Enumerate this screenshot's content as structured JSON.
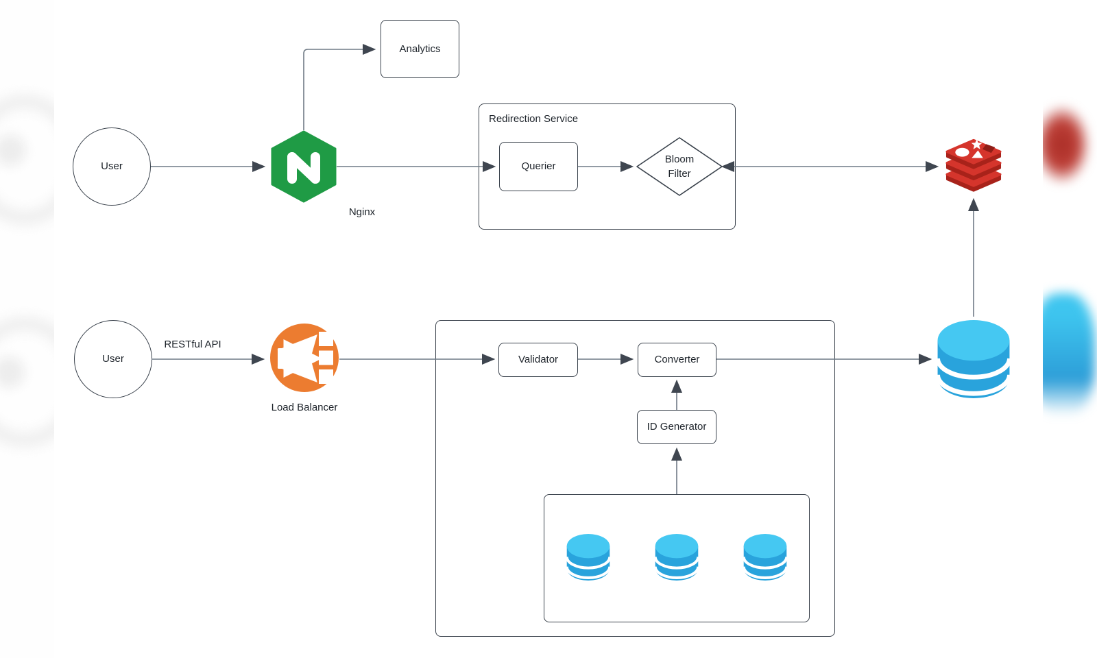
{
  "diagram": {
    "top_flow": {
      "user": {
        "label": "User"
      },
      "nginx": {
        "label": "Nginx",
        "letter": "N",
        "icon": "nginx-hexagon-icon"
      },
      "analytics": {
        "label": "Analytics"
      },
      "redirection_service": {
        "label": "Redirection Service",
        "querier": {
          "label": "Querier"
        },
        "bloom_filter": {
          "label": "Bloom Filter"
        }
      },
      "redis": {
        "icon": "redis-database-icon"
      }
    },
    "bottom_flow": {
      "user": {
        "label": "User"
      },
      "restful_api_edge_label": "RESTful API",
      "load_balancer": {
        "label": "Load Balancer",
        "icon": "load-balancer-icon"
      },
      "service_box": {
        "validator": {
          "label": "Validator"
        },
        "converter": {
          "label": "Converter"
        },
        "id_generator": {
          "label": "ID Generator"
        },
        "database_cluster": {
          "icon": "database-cylinder-icon",
          "count": 3
        }
      },
      "database": {
        "icon": "database-cylinder-icon"
      }
    },
    "colors": {
      "nginx_green": "#1f9b45",
      "load_balancer_orange": "#ec7c30",
      "redis_red": "#d5352c",
      "redis_red_dark": "#a8221a",
      "redis_red_hole": "#8f1d16",
      "database_blue_top": "#45c8f2",
      "database_blue_body": "#29a3dc",
      "connector_gray": "#6f7a85",
      "node_border": "#39414b",
      "text_color": "#1d232a"
    }
  }
}
